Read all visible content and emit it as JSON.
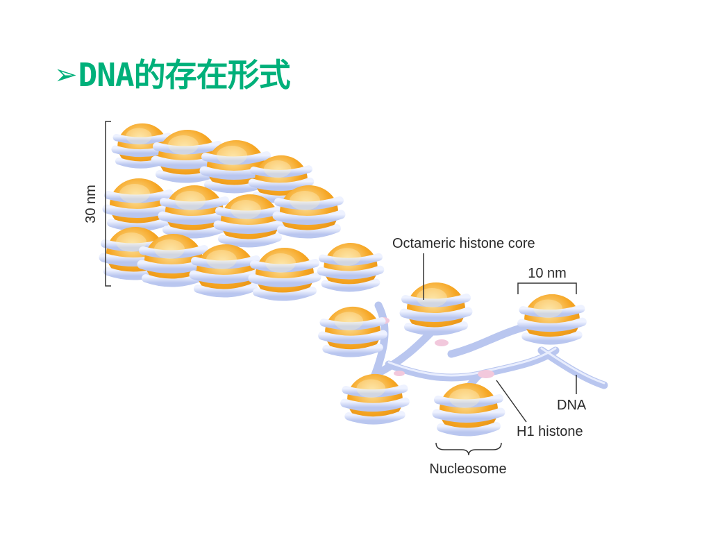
{
  "colors": {
    "title": "#00b07a",
    "histone_core": "#f6a623",
    "histone_core_light": "#fde3a0",
    "dna_strand": "#b9c6ef",
    "dna_strand_light": "#eef2ff",
    "h1_histone": "#f2c8dc",
    "label_text": "#2a2a2a",
    "bracket": "#333333"
  },
  "title": {
    "bullet": "➢",
    "text": "DNA的存在形式"
  },
  "diagram": {
    "labels": {
      "fiber_width": "30 nm",
      "octameric_histone_core": "Octameric histone core",
      "nucleosome_width": "10 nm",
      "dna": "DNA",
      "h1_histone": "H1 histone",
      "nucleosome": "Nucleosome"
    },
    "icons": {
      "nucleosome": "histone-core-wrapped-by-dna",
      "strand": "dna-linker-strand",
      "h1": "h1-histone-spot"
    }
  }
}
